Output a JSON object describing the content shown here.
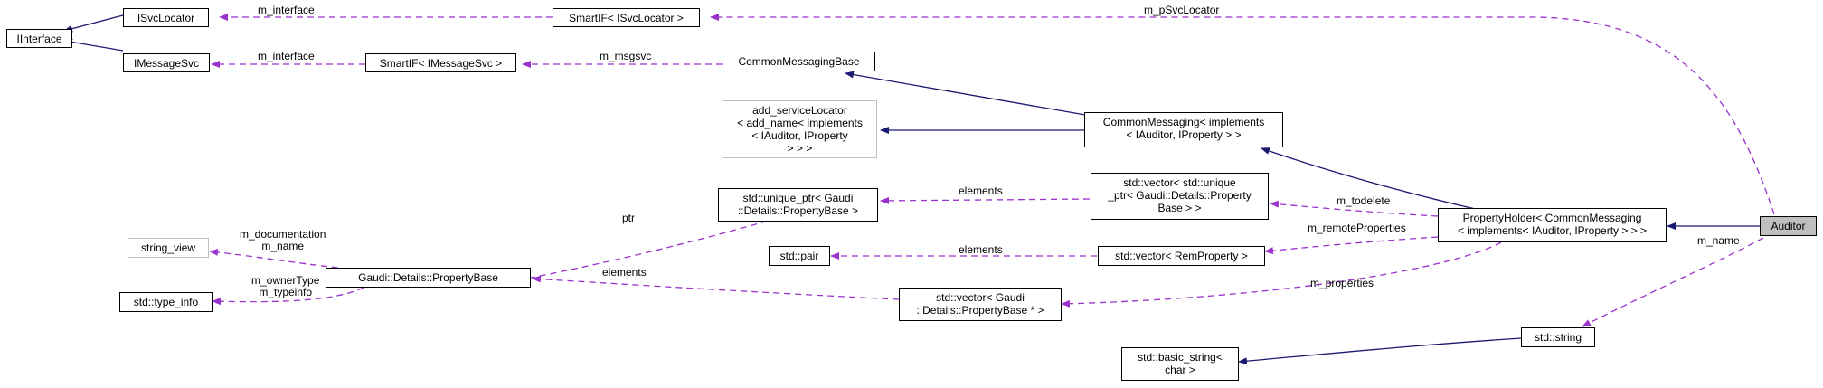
{
  "nodes": {
    "iinterface": "IInterface",
    "isvclocator": "ISvcLocator",
    "imessagesvc": "IMessageSvc",
    "smartif_isvclocator": "SmartIF< ISvcLocator >",
    "smartif_imessagesvc": "SmartIF< IMessageSvc >",
    "common_messaging_base": "CommonMessagingBase",
    "add_servicelocator": "add_serviceLocator\n< add_name< implements\n< IAuditor, IProperty\n> > >",
    "common_messaging": "CommonMessaging< implements\n< IAuditor, IProperty > >",
    "vector_unique_ptr": "std::vector< std::unique\n_ptr< Gaudi::Details::Property\nBase > >",
    "unique_ptr": "std::unique_ptr< Gaudi\n::Details::PropertyBase >",
    "string_view": "string_view",
    "property_base": "Gaudi::Details::PropertyBase",
    "type_info": "std::type_info",
    "pair": "std::pair",
    "vector_remproperty": "std::vector< RemProperty >",
    "vector_propertybase_ptr": "std::vector< Gaudi\n::Details::PropertyBase * >",
    "property_holder": "PropertyHolder< CommonMessaging\n< implements< IAuditor, IProperty > > >",
    "auditor": "Auditor",
    "std_string": "std::string",
    "basic_string": "std::basic_string<\nchar >"
  },
  "edge_labels": {
    "isvclocator_interface": "m_interface",
    "imessagesvc_interface": "m_interface",
    "msgsvc": "m_msgsvc",
    "p_svclocator": "m_pSvcLocator",
    "elements_unique": "elements",
    "ptr": "ptr",
    "elements_pair": "elements",
    "elements_propbase": "elements",
    "documentation_name": "m_documentation\nm_name",
    "ownertype_typeinfo": "m_ownerType\nm_typeinfo",
    "todelete": "m_todelete",
    "remote_properties": "m_remoteProperties",
    "properties": "m_properties",
    "name": "m_name"
  },
  "colors": {
    "inheritance_edge": "#191970",
    "usage_edge": "#9a32cd",
    "node_border": "#000000",
    "external_node_border": "#bfbfbf",
    "focus_node_fill": "#bfbfbf"
  }
}
